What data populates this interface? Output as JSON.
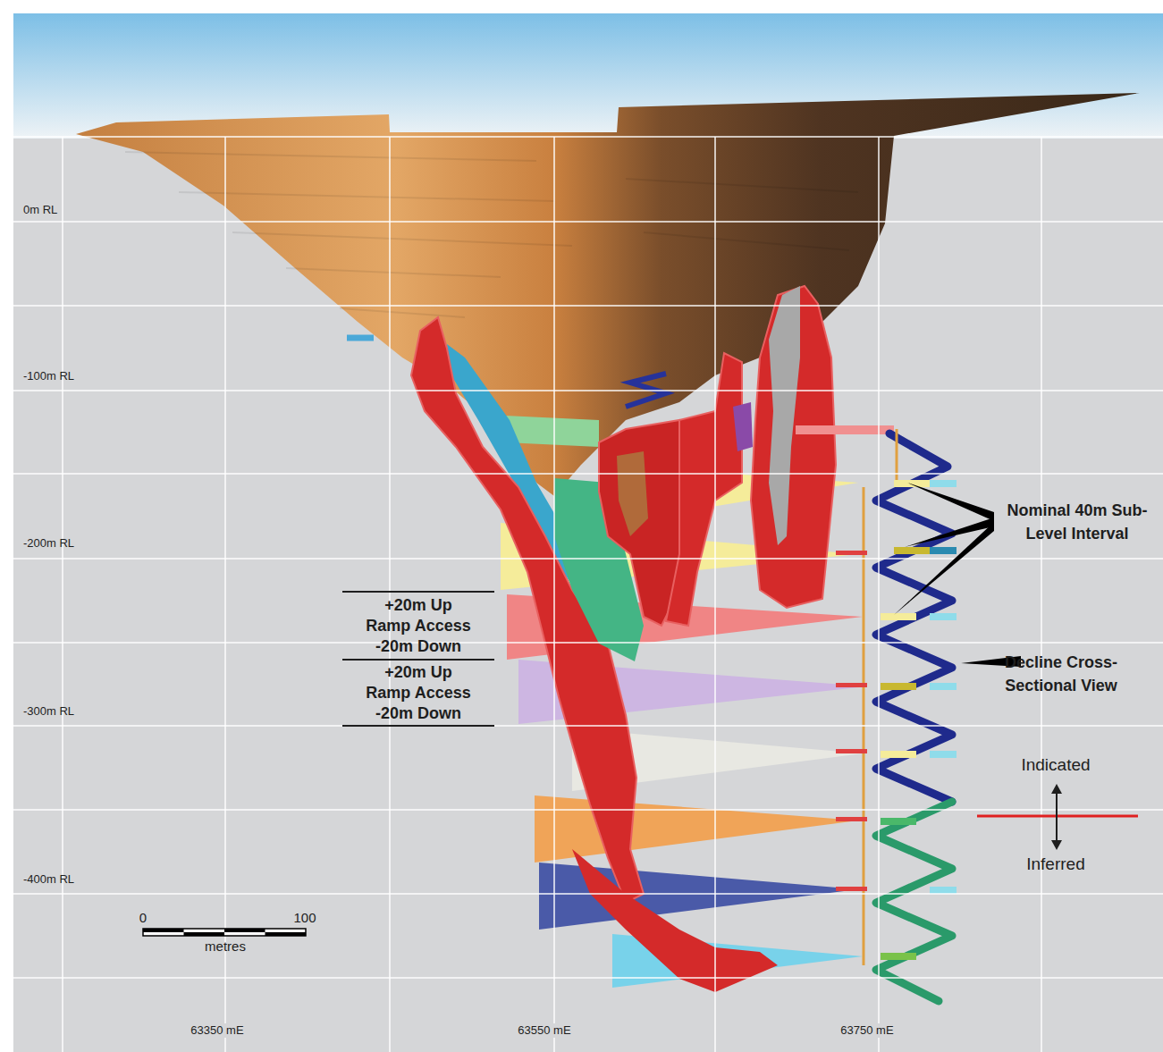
{
  "diagram": {
    "labels": [
      "0m RL",
      "-100m RL",
      "-200m RL",
      "-300m RL",
      "-400m RL",
      "0",
      "100",
      "metres",
      "+20m Up Ramp Access -20m Down",
      "+20m Up Ramp Access -20m Down",
      "Nominal 40m Sub-Level Interval",
      "Decline Cross-Sectional View",
      "Indicated",
      "Inferred",
      "63350 mE",
      "63550 mE",
      "63750 mE"
    ]
  }
}
